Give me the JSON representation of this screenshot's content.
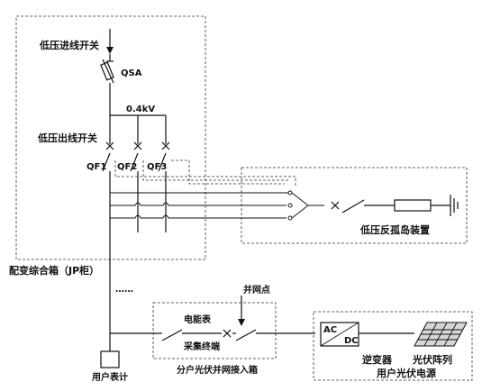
{
  "labels": {
    "lv_incoming_switch": "低压进线开关",
    "qsa": "QSA",
    "voltage": "0.4kV",
    "lv_outgoing_switch": "低压出线开关",
    "qf1": "QF1",
    "qf2": "QF2",
    "qf3": "QF3",
    "anti_islanding": "低压反孤岛装置",
    "jp_cabinet": "配变综合箱（JP柜）",
    "ellipsis": "……",
    "grid_point": "并网点",
    "energy_meter": "电能表",
    "collection_terminal": "采集终端",
    "pv_access_box": "分户光伏并网接入箱",
    "user_meter": "用户表计",
    "ac": "AC",
    "dc": "DC",
    "inverter": "逆变器",
    "pv_array": "光伏阵列",
    "user_pv_power": "用户光伏电源"
  }
}
